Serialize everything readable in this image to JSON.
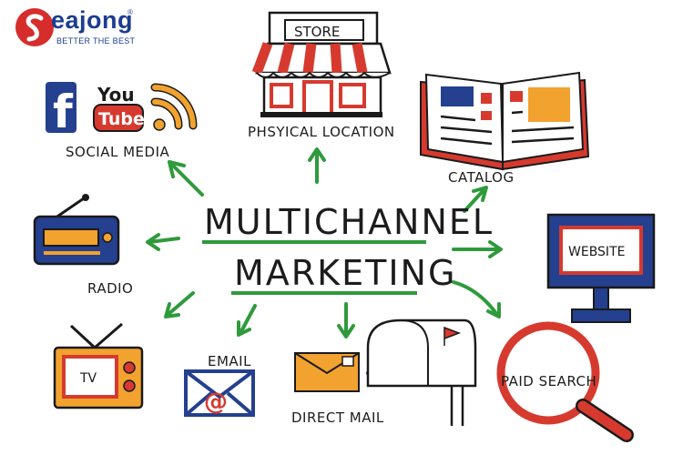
{
  "logo": {
    "name": "eajong",
    "tagline": "BETTER THE BEST",
    "registered": "®"
  },
  "title": {
    "line1": "MULTICHANNEL",
    "line2": "MARKETING"
  },
  "channels": {
    "social_media": {
      "label": "SOCIAL MEDIA",
      "you": "You",
      "tube": "Tube",
      "facebook": "f"
    },
    "physical_location": {
      "label": "PHSYICAL LOCATION",
      "sign": "STORE"
    },
    "catalog": {
      "label": "CATALOG"
    },
    "website": {
      "label": "WEBSITE",
      "screen_text": "WEBSITE"
    },
    "paid_search": {
      "label": "PAID SEARCH"
    },
    "direct_mail": {
      "label": "DIRECT MAIL"
    },
    "email": {
      "label": "EMAIL",
      "symbol": "@"
    },
    "tv": {
      "label": "TV",
      "screen_text": "TV"
    },
    "radio": {
      "label": "RADIO"
    }
  },
  "colors": {
    "arrow_green": "#2f9a3c",
    "brand_blue": "#1b3d8f",
    "brand_red": "#d62c2c",
    "icon_red": "#d63a2f",
    "icon_orange": "#f2a22e",
    "icon_blue": "#24408e"
  }
}
